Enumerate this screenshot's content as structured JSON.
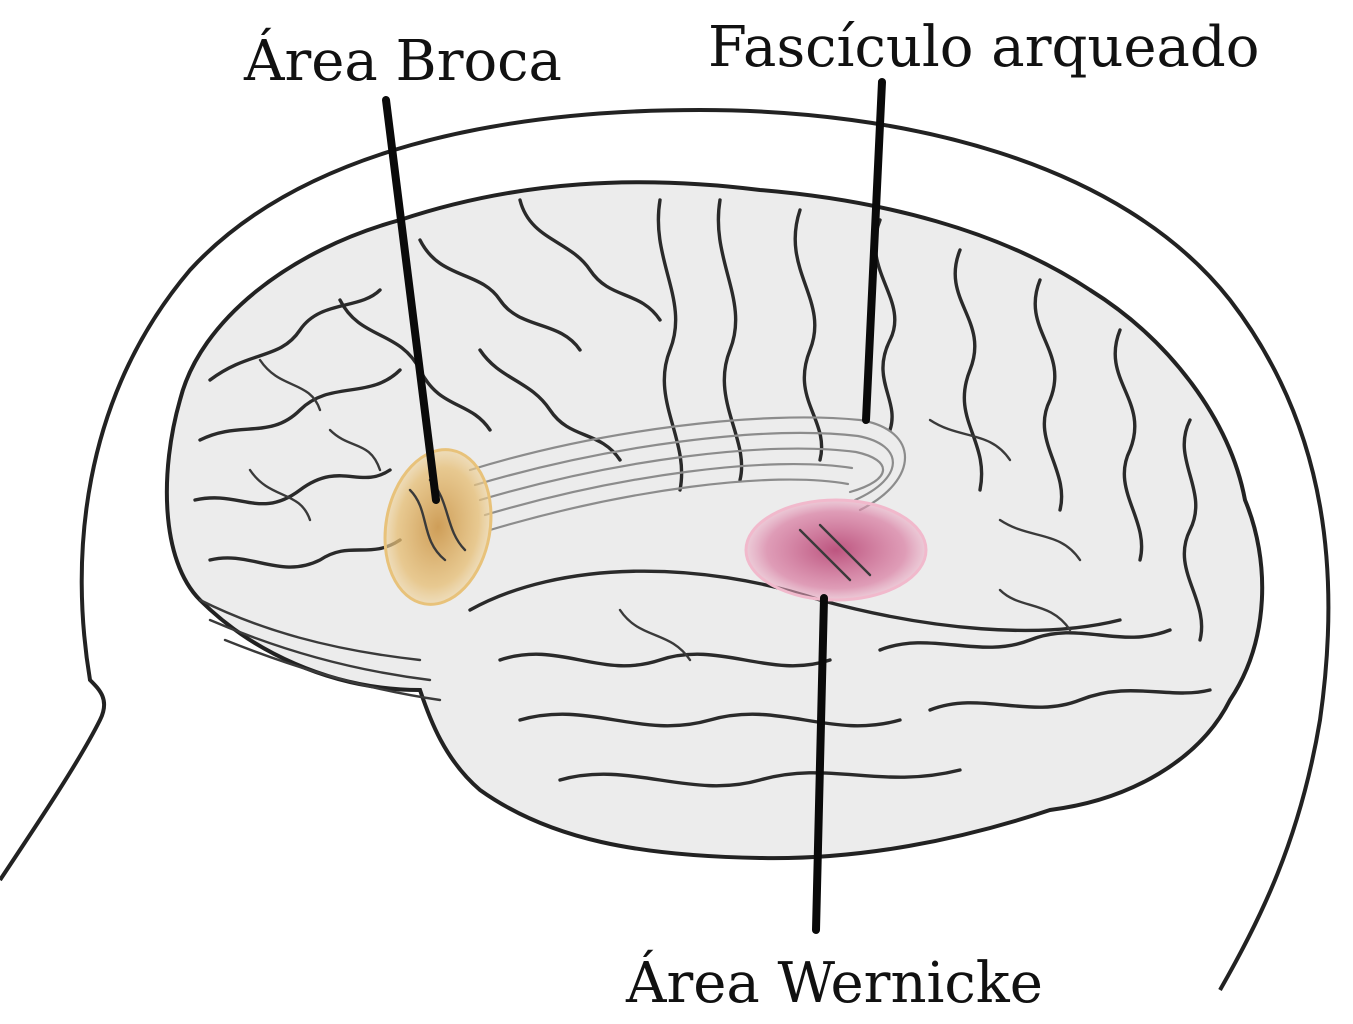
{
  "labels": {
    "broca": "Área Broca",
    "arcuate": "Fascículo arqueado",
    "wernicke": "Área Wernicke"
  },
  "colors": {
    "broca_highlight": "#e8c27a",
    "wernicke_highlight": "#d9709a",
    "brain_fill": "#ececec",
    "outline": "#222222"
  }
}
